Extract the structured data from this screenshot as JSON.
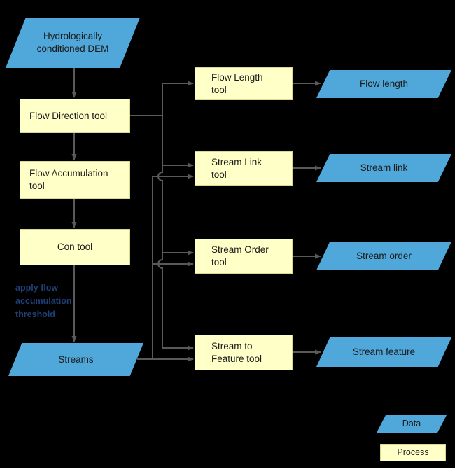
{
  "canvas": {
    "bg": "#000000",
    "line_color": "#595959",
    "data_fill": "#4fa8d9",
    "process_fill": "#ffffc8",
    "process_border": "#d9d98f",
    "text_color": "#1a1a1a",
    "note_color": "#1f3f77"
  },
  "nodes": {
    "dem": {
      "label": "Hydrologically conditioned DEM"
    },
    "flow_direction_tool": {
      "label": "Flow Direction tool"
    },
    "flow_accumulation_tool": {
      "label": "Flow Accumulation tool"
    },
    "con_tool": {
      "label": "Con tool"
    },
    "streams": {
      "label": "Streams"
    },
    "flow_length_tool": {
      "label": "Flow Length tool"
    },
    "stream_link_tool": {
      "label": "Stream Link tool"
    },
    "stream_order_tool": {
      "label": "Stream Order tool"
    },
    "stream_to_feature_tool": {
      "label": "Stream to Feature tool"
    },
    "flow_length": {
      "label": "Flow length"
    },
    "stream_link": {
      "label": "Stream link"
    },
    "stream_order": {
      "label": "Stream order"
    },
    "stream_feature": {
      "label": "Stream feature"
    }
  },
  "annotation": {
    "text": "apply flow\naccumulation\nthreshold"
  },
  "legend": {
    "data_label": "Data",
    "process_label": "Process"
  }
}
